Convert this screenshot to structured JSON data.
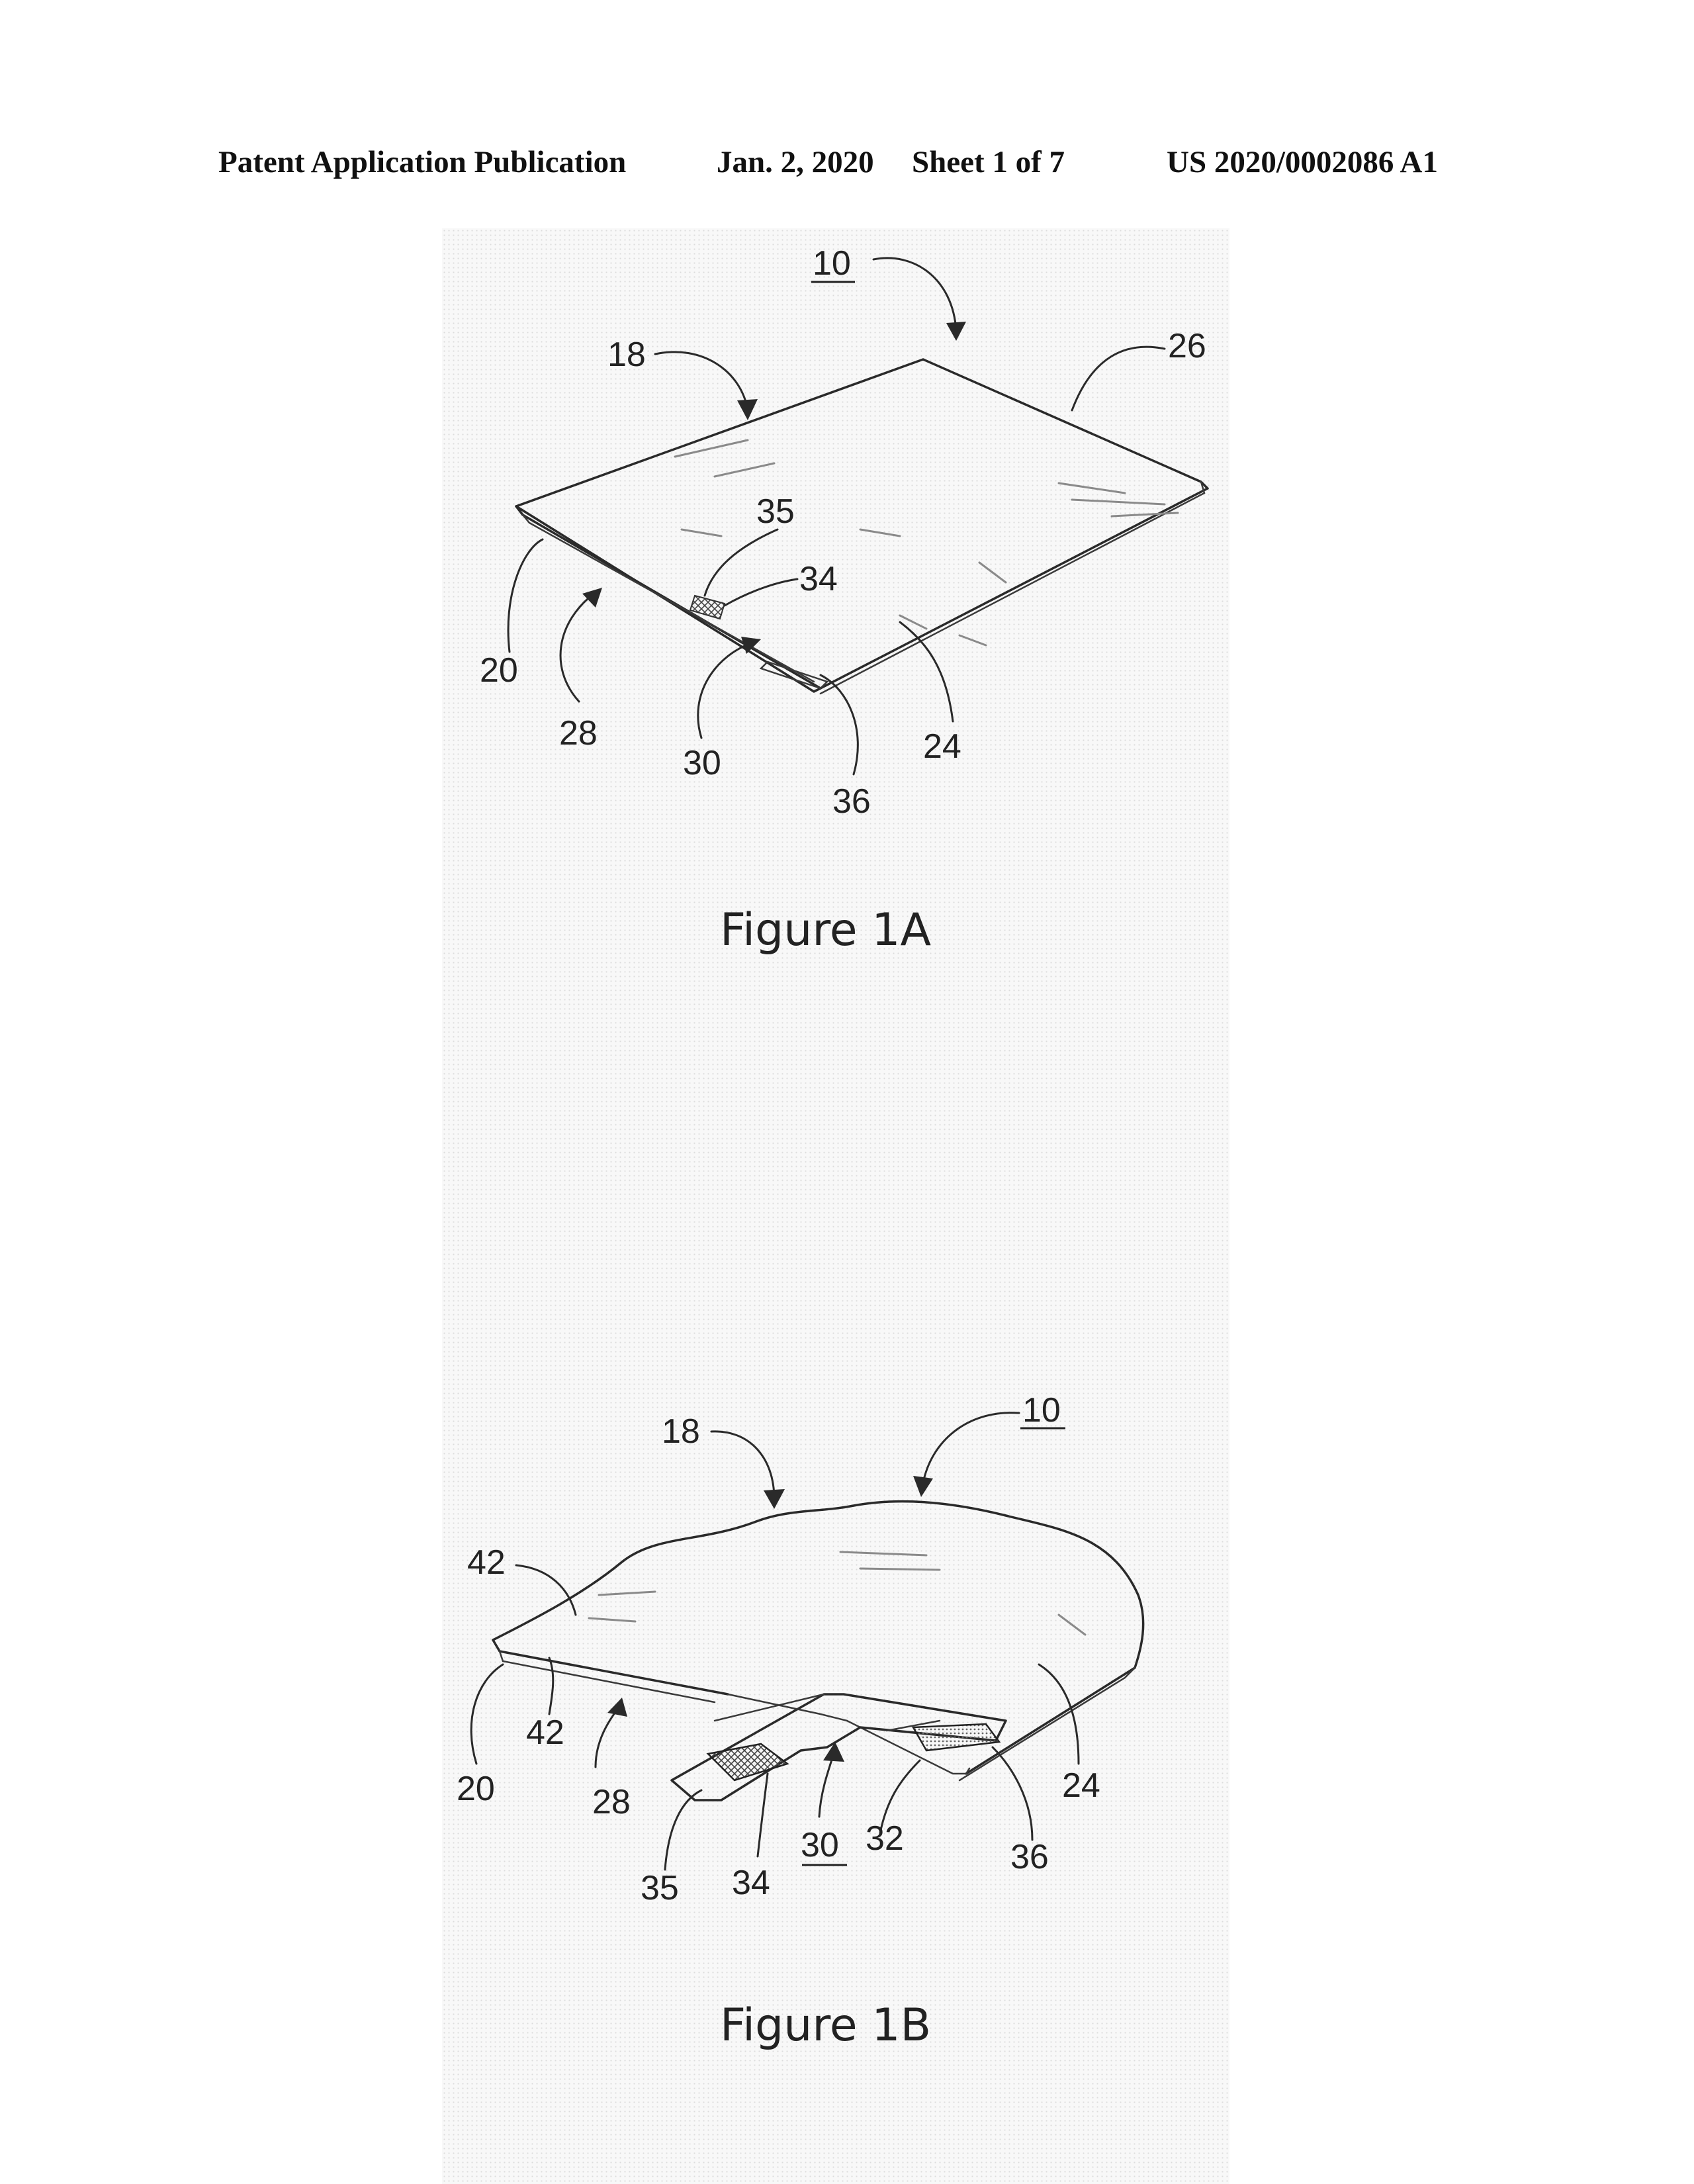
{
  "header": {
    "publication": "Patent Application Publication",
    "date": "Jan. 2, 2020",
    "sheet": "Sheet 1 of 7",
    "number": "US 2020/0002086 A1"
  },
  "figure_1a": {
    "caption": "Figure 1A",
    "refs": {
      "r10": "10",
      "r18": "18",
      "r26": "26",
      "r35": "35",
      "r34": "34",
      "r20": "20",
      "r28": "28",
      "r30": "30",
      "r36": "36",
      "r24": "24"
    }
  },
  "figure_1b": {
    "caption": "Figure 1B",
    "refs": {
      "r18": "18",
      "r10": "10",
      "r42a": "42",
      "r42b": "42",
      "r20": "20",
      "r28": "28",
      "r24": "24",
      "r32": "32",
      "r36": "36",
      "r30": "30",
      "r35": "35",
      "r34": "34"
    }
  }
}
